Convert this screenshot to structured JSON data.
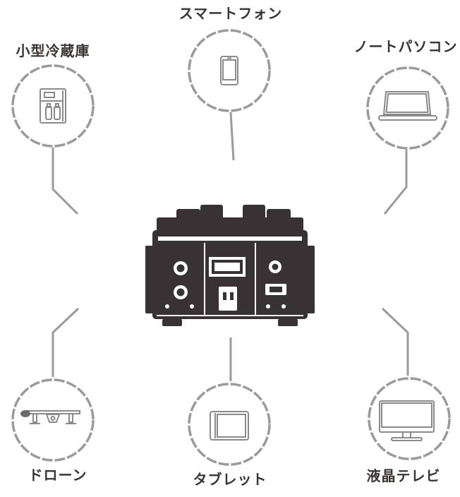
{
  "diagram": {
    "type": "hub-and-spoke connectivity diagram",
    "center": {
      "illustration": "portable-power-station",
      "label": ""
    },
    "nodes": {
      "top_left": {
        "label": "小型冷蔵庫",
        "icon": "refrigerator-icon"
      },
      "top_center": {
        "label": "スマートフォン",
        "icon": "smartphone-icon"
      },
      "top_right": {
        "label": "ノートパソコン",
        "icon": "laptop-icon"
      },
      "bottom_left": {
        "label": "ドローン",
        "icon": "drone-icon"
      },
      "bottom_center": {
        "label": "タブレット",
        "icon": "tablet-icon"
      },
      "bottom_right": {
        "label": "液晶テレビ",
        "icon": "lcd-tv-icon"
      }
    },
    "colors": {
      "background": "#ffffff",
      "circle_line": "#9b9b9b",
      "connector_line": "#9b9b9b",
      "icon_line": "#8a8a8a",
      "label_text": "#3a3334",
      "device_ink": "#383234"
    }
  }
}
